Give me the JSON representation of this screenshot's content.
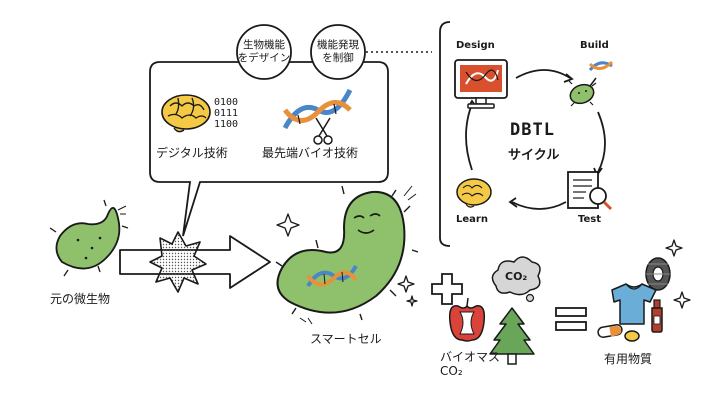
{
  "bubble": {
    "badge1": [
      "生物機能",
      "をデザイン"
    ],
    "badge2": [
      "機能発現",
      "を制御"
    ],
    "digital_label": "デジタル技術",
    "digital_bits": [
      "0100",
      "0111",
      "1100"
    ],
    "bio_label": "最先端バイオ技術"
  },
  "dbtl": {
    "title": "DBTL",
    "subtitle": "サイクル",
    "design": "Design",
    "build": "Build",
    "test": "Test",
    "learn": "Learn"
  },
  "flow": {
    "origin_label": "元の微生物",
    "smartcell_label": "スマートセル",
    "biomass_label": [
      "バイオマス",
      "CO₂"
    ],
    "co2_cloud": "CO₂",
    "product_label": "有用物質"
  },
  "colors": {
    "cell_green": "#8fc06b",
    "brain_yellow": "#f4c945",
    "outline": "#1a1a1a",
    "screen_red": "#d9502e",
    "dna_orange": "#e8903a",
    "dna_blue": "#4a86c8",
    "apple_red": "#d9433a",
    "tree_green": "#6aa65a",
    "shirt_blue": "#6aaed8",
    "bottle_red": "#b3402e"
  }
}
